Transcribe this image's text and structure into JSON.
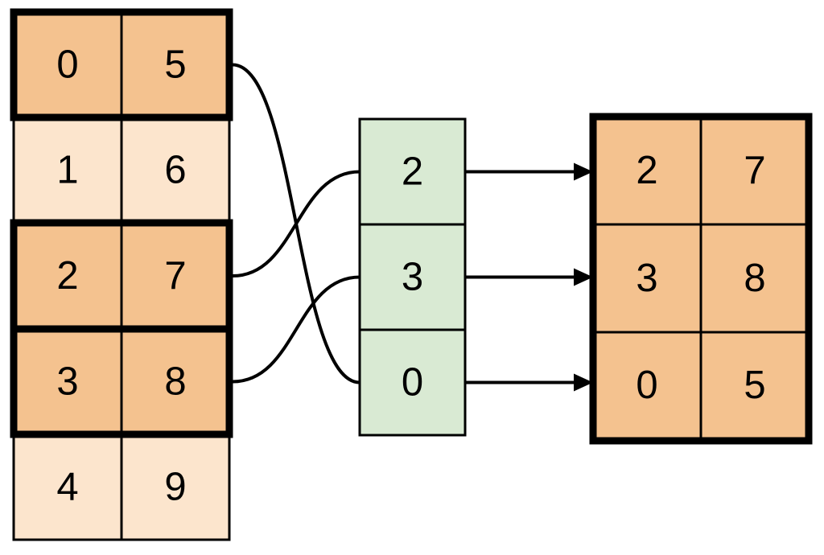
{
  "diagram": {
    "title": "row-indexing-diagram",
    "colors": {
      "highlight_fill": "#F4C28F",
      "plain_fill": "#FCE5CD",
      "index_fill": "#D9EAD3",
      "line": "#000000",
      "background": "#FFFFFF"
    },
    "source_table": {
      "rows": [
        {
          "cells": [
            "0",
            "5"
          ],
          "highlighted": true
        },
        {
          "cells": [
            "1",
            "6"
          ],
          "highlighted": false
        },
        {
          "cells": [
            "2",
            "7"
          ],
          "highlighted": true
        },
        {
          "cells": [
            "3",
            "8"
          ],
          "highlighted": true
        },
        {
          "cells": [
            "4",
            "9"
          ],
          "highlighted": false
        }
      ]
    },
    "index_column": {
      "cells": [
        "2",
        "3",
        "0"
      ]
    },
    "result_table": {
      "rows": [
        {
          "cells": [
            "2",
            "7"
          ]
        },
        {
          "cells": [
            "3",
            "8"
          ]
        },
        {
          "cells": [
            "0",
            "5"
          ]
        }
      ]
    }
  }
}
